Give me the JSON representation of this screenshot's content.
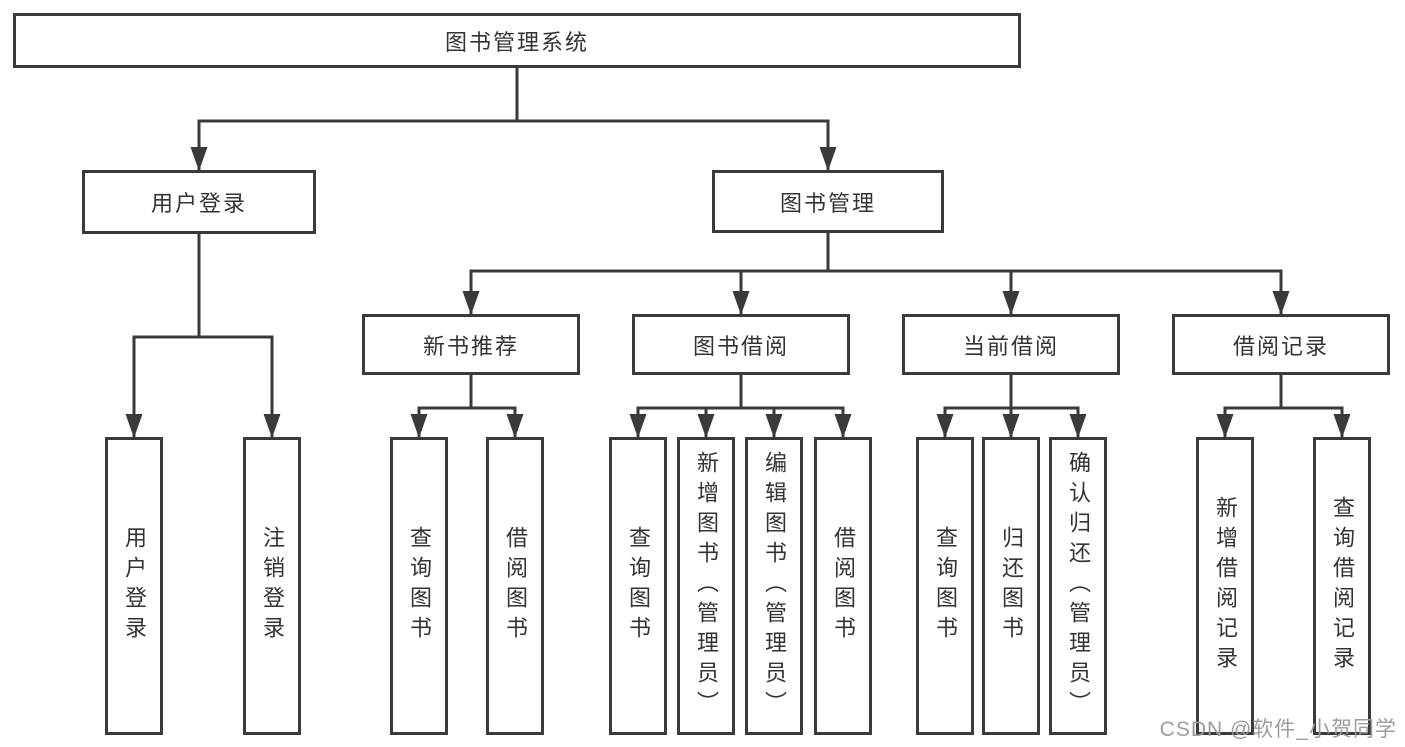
{
  "diagram": {
    "title": "图书管理系统",
    "branches": [
      {
        "label": "用户登录",
        "leaves": [
          {
            "label": "用户登录"
          },
          {
            "label": "注销登录"
          }
        ]
      },
      {
        "label": "图书管理",
        "sections": [
          {
            "label": "新书推荐",
            "leaves": [
              {
                "label": "查询图书"
              },
              {
                "label": "借阅图书"
              }
            ]
          },
          {
            "label": "图书借阅",
            "leaves": [
              {
                "label": "查询图书"
              },
              {
                "label": "新增图书（管理员）"
              },
              {
                "label": "编辑图书（管理员）"
              },
              {
                "label": "借阅图书"
              }
            ]
          },
          {
            "label": "当前借阅",
            "leaves": [
              {
                "label": "查询图书"
              },
              {
                "label": "归还图书"
              },
              {
                "label": "确认归还（管理员）"
              }
            ]
          },
          {
            "label": "借阅记录",
            "leaves": [
              {
                "label": "新增借阅记录"
              },
              {
                "label": "查询借阅记录"
              }
            ]
          }
        ]
      }
    ]
  },
  "watermark": {
    "text": "CSDN @软件_小贺同学"
  },
  "colors": {
    "line": "#3a3a3a",
    "text": "#333333",
    "watermark": "#9c9c9c",
    "background": "#ffffff"
  }
}
